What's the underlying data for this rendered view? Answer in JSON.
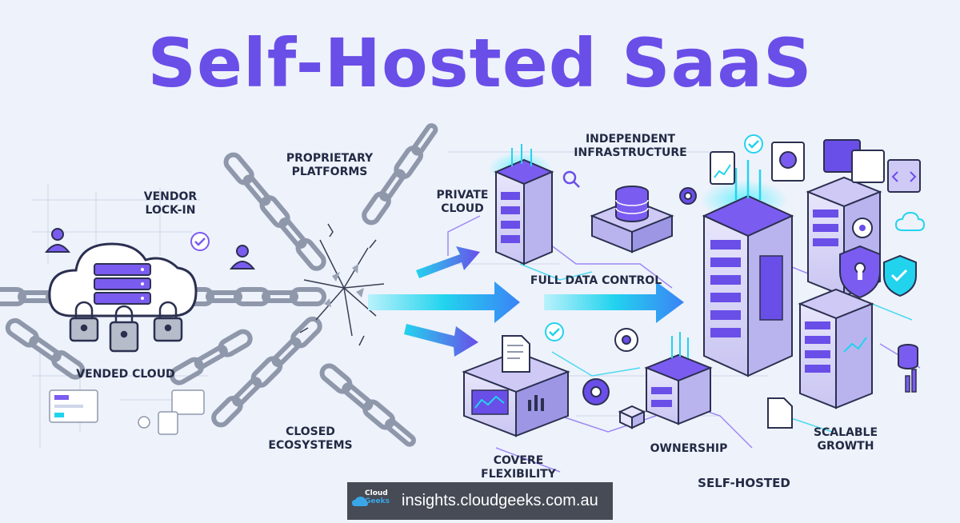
{
  "title": "Self-Hosted SaaS",
  "labels": {
    "vendor_lock_in": [
      "VENDOR",
      "LOCK-IN"
    ],
    "proprietary_platforms": [
      "PROPRIETARY",
      "PLATFORMS"
    ],
    "vended_cloud": [
      "VENDED CLOUD"
    ],
    "closed_ecosystems": [
      "CLOSED",
      "ECOSYSTEMS"
    ],
    "private_cloud": [
      "PRIVATE",
      "CLOUD"
    ],
    "independent_infrastructure": [
      "INDEPENDENT",
      "INFRASTRUCTURE"
    ],
    "full_data_control": [
      "FULL DATA CONTROL"
    ],
    "covere_flexibility": [
      "COVERE",
      "FLEXIBILITY"
    ],
    "ownership": [
      "OWNERSHIP"
    ],
    "scalable_growth": [
      "SCALABLE",
      "GROWTH"
    ],
    "self_hosted": [
      "SELF-HOSTED"
    ]
  },
  "footer": {
    "logo": [
      "Cloud",
      "Geeks"
    ],
    "url": "insights.cloudgeeks.com.au"
  },
  "colors": {
    "background": "#eef2fb",
    "title": "#6a4ee8",
    "accent": "#7b5cf0",
    "cyan": "#22d3ee",
    "chain": "#9aa3b5",
    "footer_bg": "#464b55"
  },
  "icons": [
    "cloud-icon",
    "padlock-icon",
    "chain-icon",
    "server-rack-icon",
    "database-icon",
    "gear-icon",
    "shield-icon",
    "arrow-right-icon",
    "user-icon",
    "checkmark-icon",
    "document-icon",
    "chart-icon"
  ]
}
